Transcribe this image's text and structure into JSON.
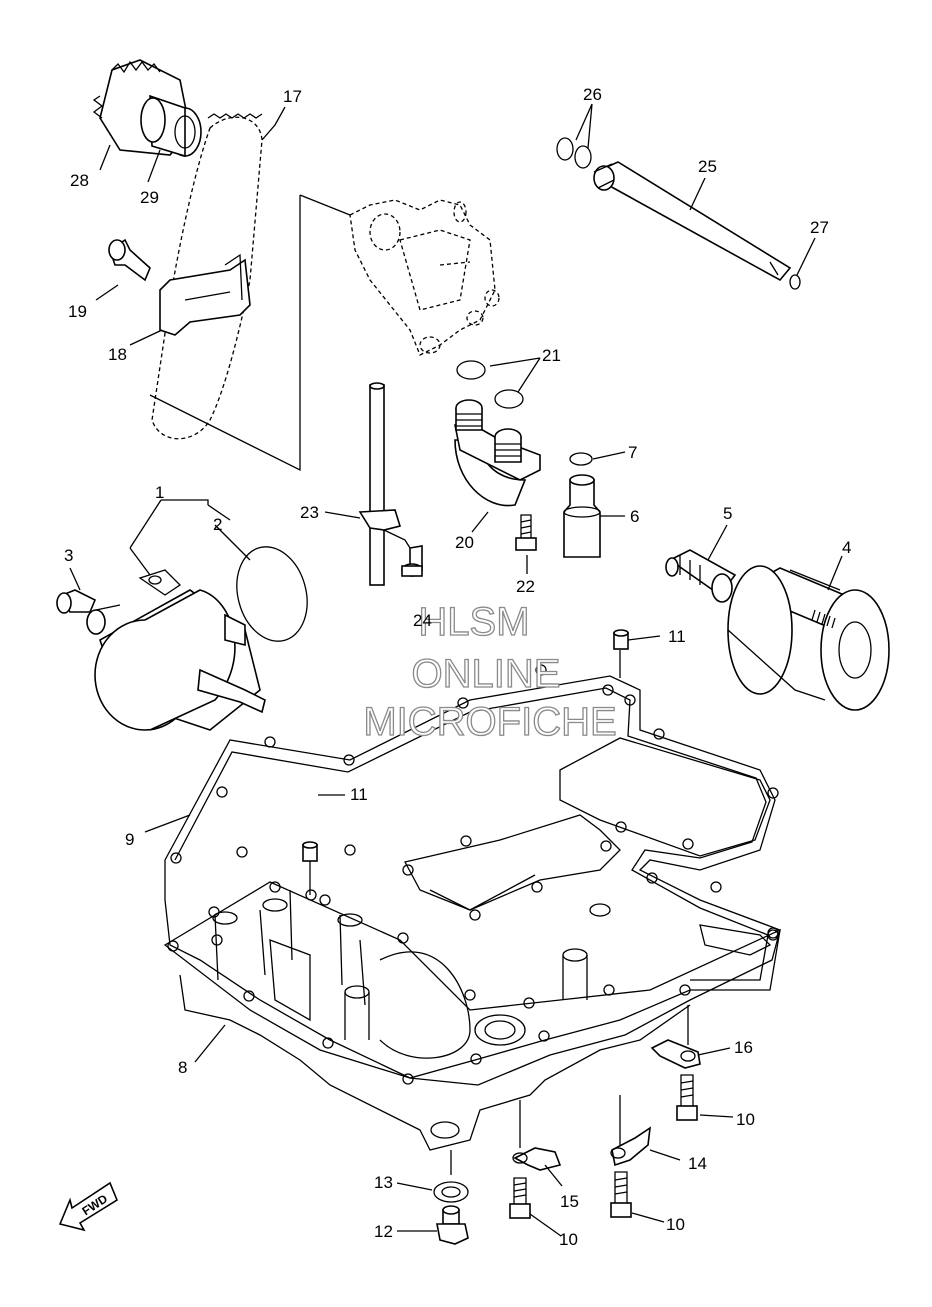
{
  "callouts": {
    "c1": "1",
    "c2": "2",
    "c3": "3",
    "c4": "4",
    "c5": "5",
    "c6": "6",
    "c7": "7",
    "c8": "8",
    "c9": "9",
    "c10a": "10",
    "c10b": "10",
    "c10c": "10",
    "c10d": "10",
    "c11a": "11",
    "c11b": "11",
    "c12": "12",
    "c13": "13",
    "c14": "14",
    "c15": "15",
    "c16": "16",
    "c17": "17",
    "c18": "18",
    "c19": "19",
    "c20": "20",
    "c21": "21",
    "c22": "22",
    "c23": "23",
    "c24": "24",
    "c25": "25",
    "c26": "26",
    "c27": "27",
    "c28": "28",
    "c29": "29"
  },
  "watermark": {
    "line1": "HLSM",
    "line2": "ONLINE",
    "line3": "MICROFICHE"
  },
  "fwd_label": "FWD"
}
